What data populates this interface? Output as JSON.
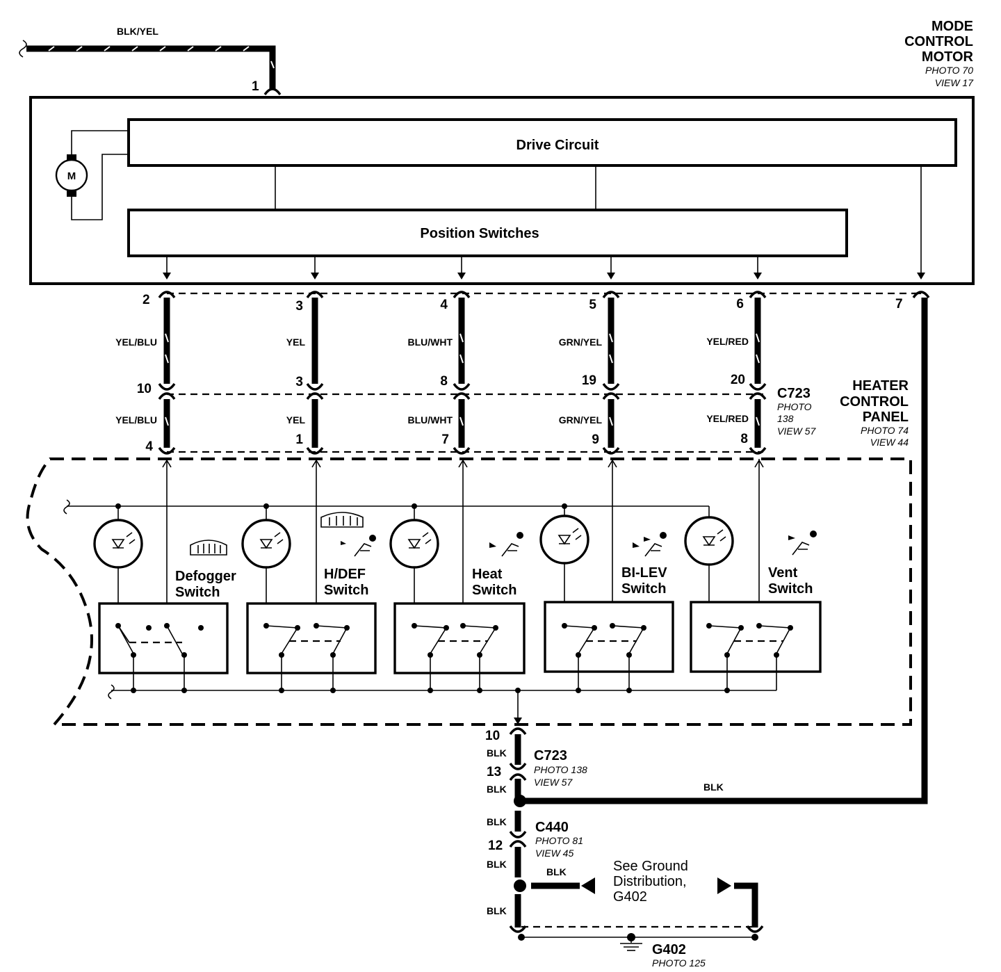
{
  "motor": {
    "title_lines": [
      "MODE",
      "CONTROL",
      "MOTOR"
    ],
    "photo": "PHOTO 70",
    "view": "VIEW 17",
    "motor_symbol": "M",
    "drive_circuit": "Drive Circuit",
    "position_switches": "Position Switches"
  },
  "top_wire": {
    "color": "BLK/YEL",
    "pin": "1"
  },
  "connectors": {
    "c723": {
      "id": "C723",
      "photo": "PHOTO",
      "photo_num": "138",
      "view": "VIEW 57"
    },
    "c723_lower": {
      "id": "C723",
      "photo": "PHOTO 138",
      "view": "VIEW 57"
    },
    "c440": {
      "id": "C440",
      "photo": "PHOTO 81",
      "view": "VIEW 45"
    }
  },
  "heater_panel": {
    "title_lines": [
      "HEATER",
      "CONTROL",
      "PANEL"
    ],
    "photo": "PHOTO 74",
    "view": "VIEW 44"
  },
  "circuits": [
    {
      "motor_pin": "2",
      "color_upper": "YEL/BLU",
      "c723_pin": "10",
      "color_lower": "YEL/BLU",
      "panel_pin": "4"
    },
    {
      "motor_pin": "3",
      "color_upper": "YEL",
      "c723_pin": "3",
      "color_lower": "YEL",
      "panel_pin": "1"
    },
    {
      "motor_pin": "4",
      "color_upper": "BLU/WHT",
      "c723_pin": "8",
      "color_lower": "BLU/WHT",
      "panel_pin": "7"
    },
    {
      "motor_pin": "5",
      "color_upper": "GRN/YEL",
      "c723_pin": "19",
      "color_lower": "GRN/YEL",
      "panel_pin": "9"
    },
    {
      "motor_pin": "6",
      "color_upper": "YEL/RED",
      "c723_pin": "20",
      "color_lower": "YEL/RED",
      "panel_pin": "8"
    }
  ],
  "motor_pin_7": "7",
  "switches": [
    {
      "line1": "Defogger",
      "line2": "Switch",
      "icon": "defrost-icon"
    },
    {
      "line1": "H/DEF",
      "line2": "Switch",
      "icon": "heat-defrost-icon"
    },
    {
      "line1": "Heat",
      "line2": "Switch",
      "icon": "floor-heat-icon"
    },
    {
      "line1": "BI-LEV",
      "line2": "Switch",
      "icon": "bi-level-icon"
    },
    {
      "line1": "Vent",
      "line2": "Switch",
      "icon": "vent-icon"
    }
  ],
  "ground_path": {
    "pin_10": "10",
    "blk_1": "BLK",
    "pin_13": "13",
    "blk_2": "BLK",
    "blk_right": "BLK",
    "blk_3": "BLK",
    "pin_12": "12",
    "blk_4": "BLK",
    "blk_branch": "BLK",
    "blk_5": "BLK"
  },
  "see_ground": [
    "See Ground",
    "Distribution,",
    "G402"
  ],
  "ground": {
    "id": "G402",
    "photo": "PHOTO 125"
  }
}
